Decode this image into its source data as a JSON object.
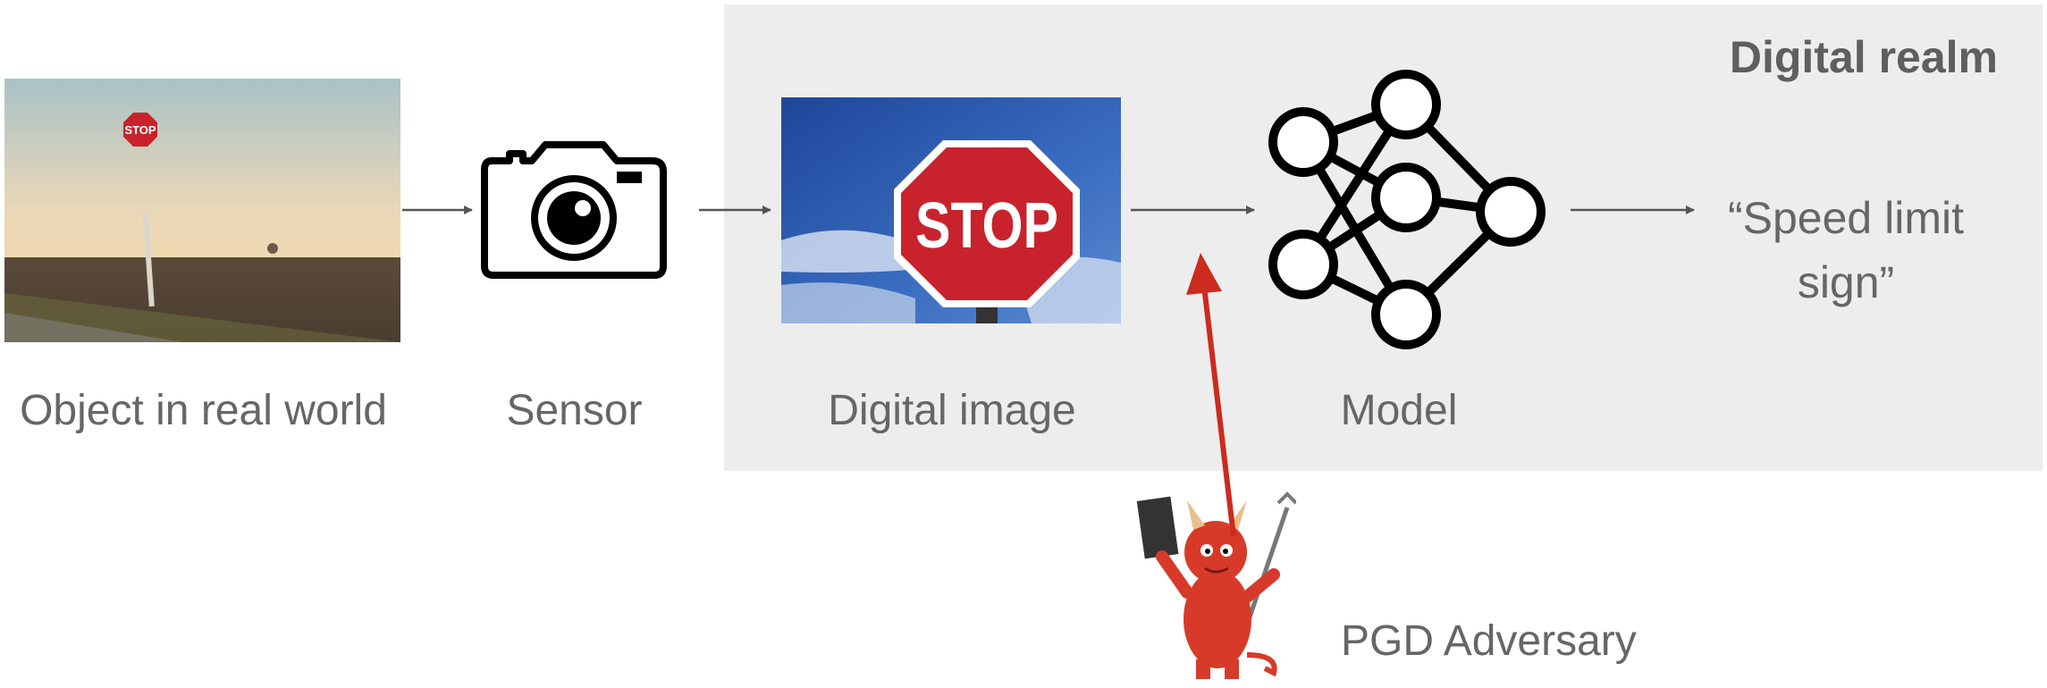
{
  "realm": {
    "title": "Digital realm"
  },
  "labels": {
    "object": "Object in real world",
    "sensor": "Sensor",
    "image": "Digital image",
    "model": "Model",
    "adversary": "PGD Adversary"
  },
  "output": {
    "text": "“Speed limit sign”"
  },
  "sign": {
    "text": "STOP"
  },
  "icons": [
    "stop-sign-photo",
    "camera-icon",
    "stop-sign-image",
    "neural-network-icon",
    "devil-mascot"
  ],
  "colors": {
    "realm_bg": "#ededed",
    "arrow": "#555555",
    "attack_arrow": "#cc2b1d",
    "sign_red": "#c8232c",
    "sky": "#2a55a8"
  }
}
